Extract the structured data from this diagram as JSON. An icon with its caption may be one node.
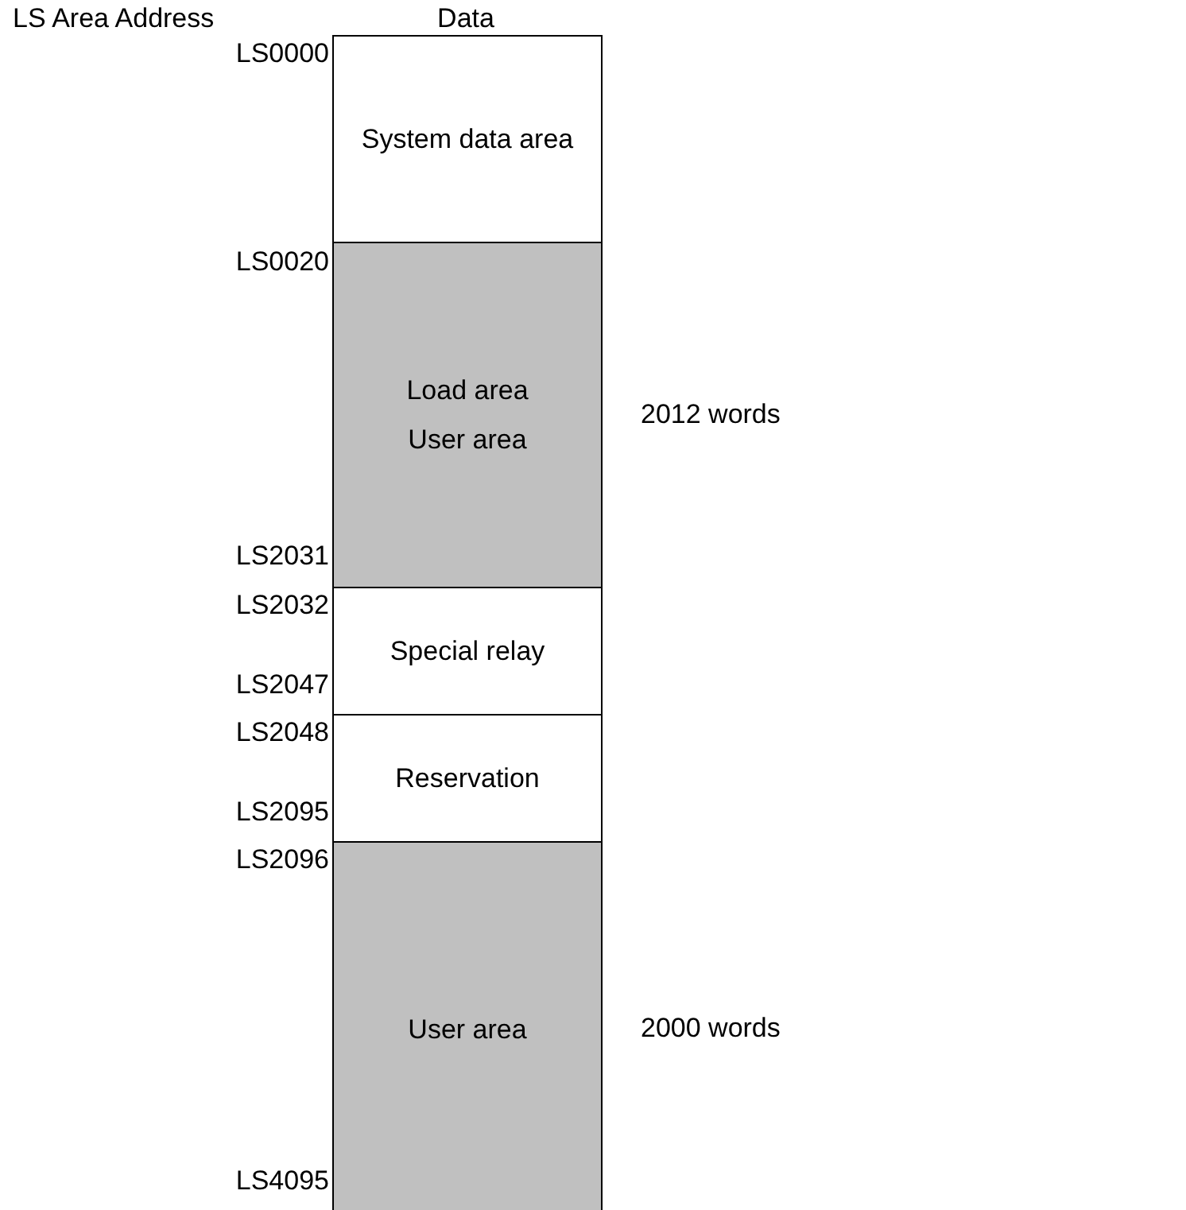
{
  "diagram": {
    "nodes": [
      {
        "text": [
          "System data area"
        ]
      },
      {
        "text": [
          "Load area",
          "User area"
        ],
        "beside": [
          "2012 words"
        ]
      },
      {
        "text": [
          "Special relay"
        ]
      },
      {
        "text": [
          "Reservation"
        ]
      },
      {
        "text": [
          "User area"
        ],
        "beside": [
          "2000 words"
        ]
      }
    ],
    "edges": [],
    "labels": [
      "LS Area Address",
      "Data",
      "LS0000",
      "LS0020",
      "LS2031",
      "LS2032",
      "LS2047",
      "LS2048",
      "LS2095",
      "LS2096",
      "LS4095"
    ]
  }
}
